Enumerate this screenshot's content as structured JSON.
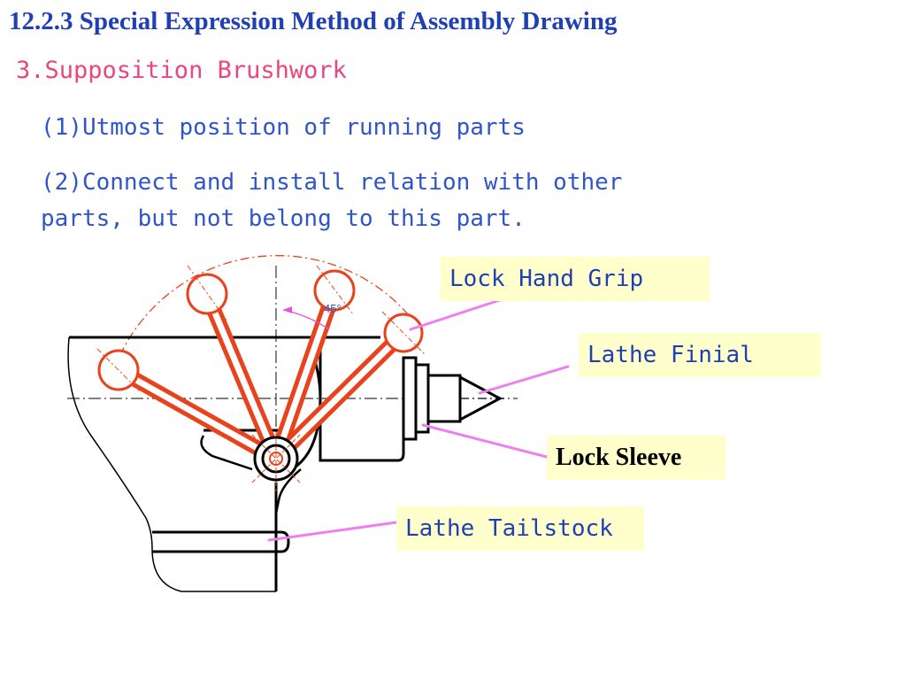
{
  "slide": {
    "title": "12.2.3 Special Expression Method of Assembly Drawing",
    "subtitle": "3.Supposition Brushwork",
    "points": [
      "(1)Utmost position of running parts",
      "(2)Connect and install relation with other",
      "parts, but not belong to this part."
    ]
  },
  "diagram": {
    "angle_label": "45°",
    "labels": {
      "lock_hand_grip": "Lock Hand Grip",
      "lathe_finial": "Lathe Finial",
      "lock_sleeve": "Lock Sleeve",
      "lathe_tailstock": "Lathe Tailstock"
    },
    "colors": {
      "title": "#1f3fb4",
      "subtitle": "#e8487a",
      "body_text": "#2f55c8",
      "phantom_parts": "#e8431c",
      "leader_lines": "#ee7ff0",
      "label_background": "#ffffcc"
    }
  }
}
